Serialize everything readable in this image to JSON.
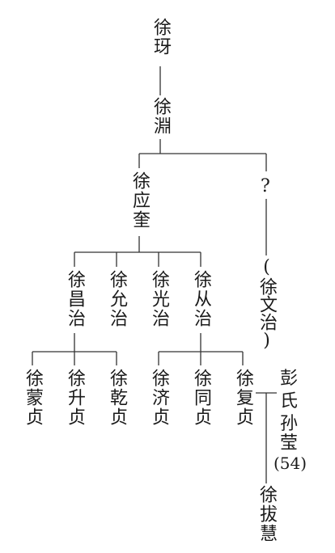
{
  "nodes": {
    "xu_tao": "徐玡",
    "xu_yuan": "徐淵",
    "xu_yingkui": "徐应奎",
    "unknown": "?",
    "xu_wenzhi": "(徐文治)",
    "xu_changzhi": "徐昌治",
    "xu_yunzhi": "徐允治",
    "xu_guangzhi": "徐光治",
    "xu_congzhi": "徐从治",
    "xu_mengzhen": "徐蒙贞",
    "xu_shengzhen": "徐升贞",
    "xu_qianzhen": "徐乾贞",
    "xu_jizhen": "徐济贞",
    "xu_tongzhen": "徐同贞",
    "xu_fuzhen": "徐复贞",
    "wife_line1": "彭",
    "wife_line2": "氏",
    "wife_line3": "孙",
    "wife_line4": "莹",
    "wife_note": "(54)",
    "xu_bahui": "徐拔慧"
  }
}
